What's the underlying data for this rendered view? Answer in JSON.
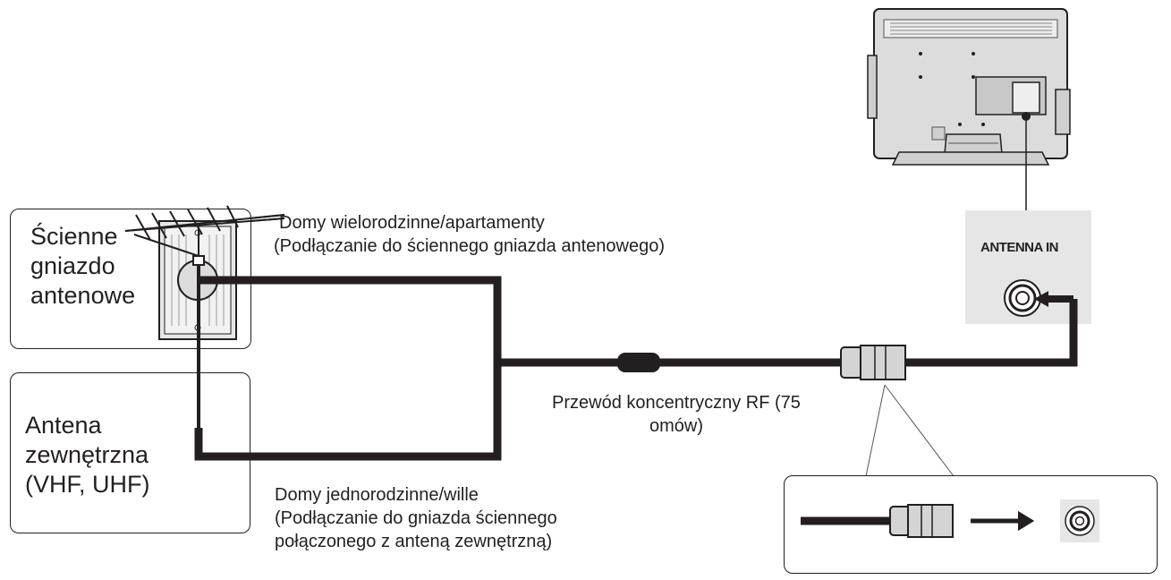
{
  "wall_socket_box": {
    "label_lines": [
      "Ścienne",
      "gniazdo",
      "antenowe"
    ]
  },
  "outdoor_antenna_box": {
    "label_lines": [
      "Antena",
      "zewnętrzna",
      "(VHF, UHF)"
    ]
  },
  "apartment_caption": {
    "lines": [
      "Domy wielorodzinne/apartamenty",
      "(Podłączanie do ściennego gniazda antenowego)"
    ]
  },
  "house_caption": {
    "lines": [
      "Domy jednorodzinne/wille",
      "(Podłączanie do gniazda ściennego",
      "połączonego z anteną zewnętrzną)"
    ]
  },
  "cable_caption": {
    "lines": [
      "Przewód koncentryczny RF (75",
      "omów)"
    ]
  },
  "antenna_in_panel": {
    "label": "ANTENNA IN"
  },
  "colors": {
    "cable": "#231f20",
    "panel": "#e6e6e6",
    "tv_body": "#d9d9d9"
  }
}
